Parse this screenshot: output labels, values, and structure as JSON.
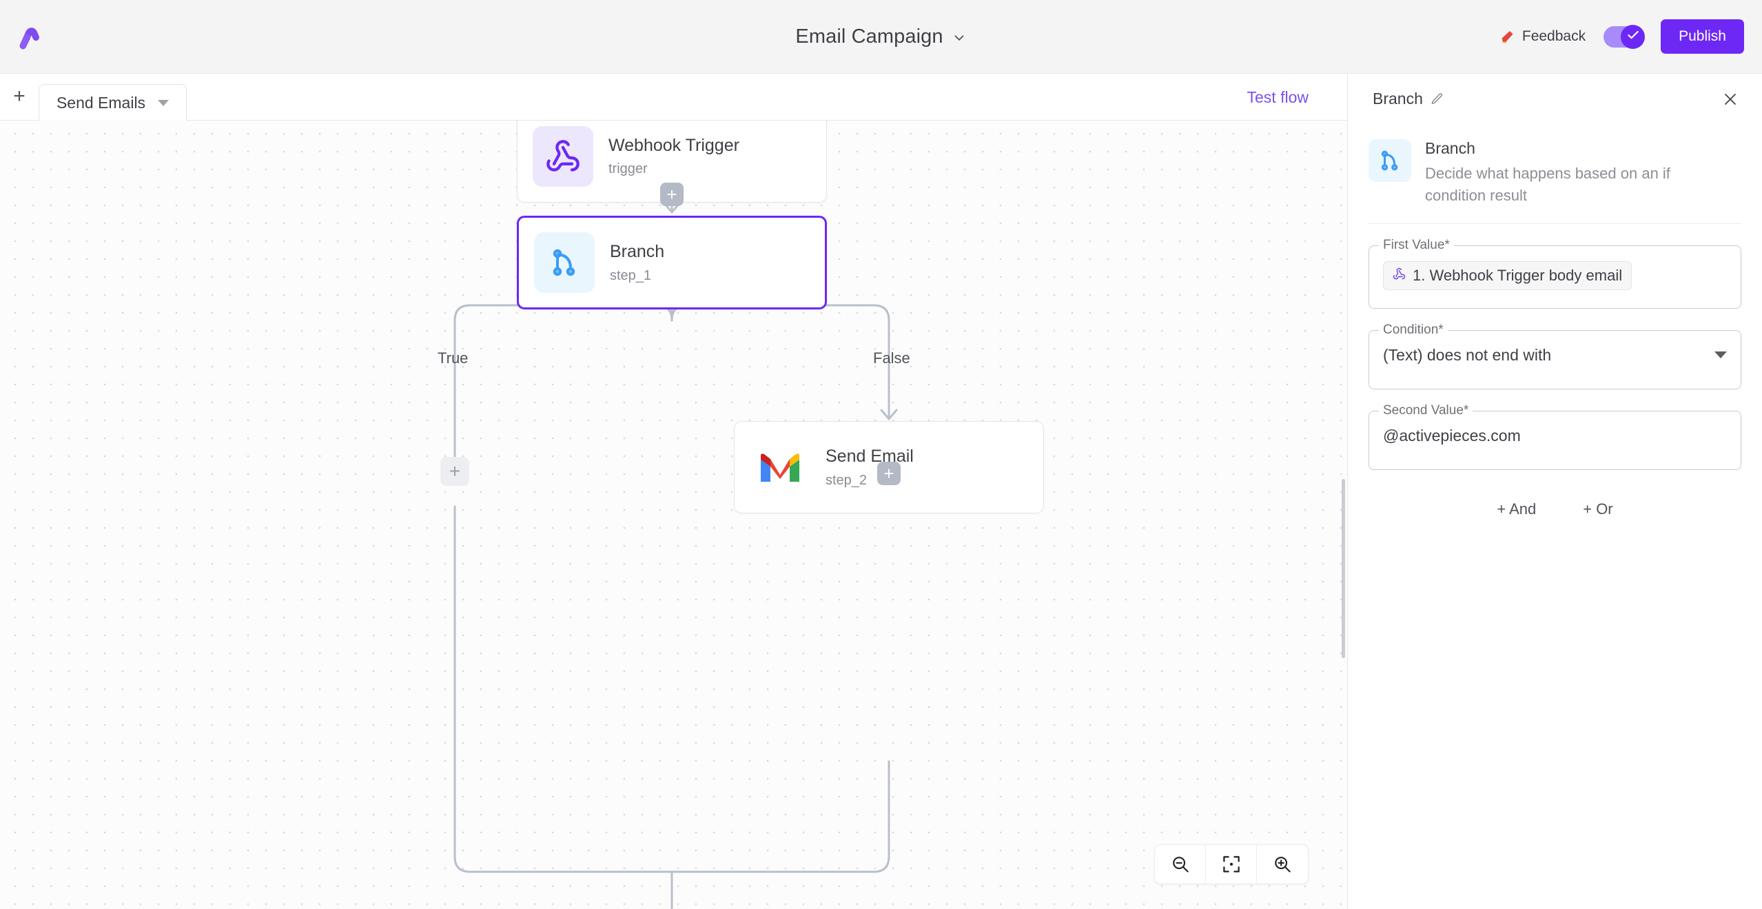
{
  "header": {
    "logo_icon": "activepieces-logo-icon",
    "title": "Email Campaign",
    "title_chevron_icon": "chevron-down-icon",
    "feedback_label": "Feedback",
    "feedback_icon": "megaphone-icon",
    "toggle_state": "on",
    "toggle_icon": "check-icon",
    "publish_label": "Publish",
    "accent_color": "#6d28f5"
  },
  "subbar": {
    "add_label": "+",
    "add_icon": "plus-icon",
    "tab_label": "Send Emails",
    "tab_caret_icon": "triangle-down-icon",
    "test_flow_label": "Test flow",
    "test_flow_color": "#7c4ff0"
  },
  "canvas": {
    "nodes": [
      {
        "title": "Webhook Trigger",
        "subtitle": "trigger",
        "icon": "webhook-icon",
        "selected": false
      },
      {
        "title": "Branch",
        "subtitle": "step_1",
        "icon": "branch-icon",
        "selected": true
      },
      {
        "title": "Send Email",
        "subtitle": "step_2",
        "icon": "gmail-icon",
        "selected": false
      }
    ],
    "branch_labels": {
      "true": "True",
      "false": "False"
    },
    "add_step_label": "+",
    "zoom_controls": {
      "zoom_out_icon": "zoom-out-icon",
      "fit_view_icon": "fit-to-view-icon",
      "zoom_in_icon": "zoom-in-icon"
    }
  },
  "panel": {
    "title": "Branch",
    "edit_icon": "pencil-icon",
    "close_icon": "close-icon",
    "piece": {
      "name": "Branch",
      "description": "Decide what happens based on an if condition result",
      "icon": "branch-icon"
    },
    "fields": {
      "first_value": {
        "label": "First Value*",
        "chip_icon": "webhook-icon",
        "value": "1. Webhook Trigger body email"
      },
      "condition": {
        "label": "Condition*",
        "value": "(Text) does not end with",
        "caret_icon": "triangle-down-icon"
      },
      "second_value": {
        "label": "Second Value*",
        "value": "@activepieces.com"
      }
    },
    "add_and_label": "+ And",
    "add_or_label": "+ Or"
  }
}
